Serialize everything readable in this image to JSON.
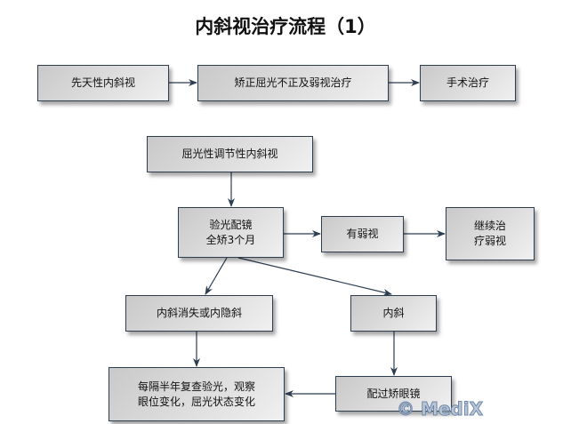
{
  "title": "内斜视治疗流程（1）",
  "nodes": {
    "congenital": "先天性内斜视",
    "correct_refraction": "矫正屈光不正及弱视治疗",
    "surgery": "手术治疗",
    "accommodative": "屈光性调节性内斜视",
    "glasses_line1": "验光配镜",
    "glasses_line2": "全矫3个月",
    "amblyopia": "有弱视",
    "continue_line1": "继续治",
    "continue_line2": "疗弱视",
    "disappear": "内斜消失或内隐斜",
    "esotropia": "内斜",
    "recheck_line1": "每隔半年复查验光，观察",
    "recheck_line2": "眼位变化，屈光状态变化",
    "overcorrect": "配过矫眼镜"
  },
  "watermark": "© MediX",
  "colors": {
    "arrow": "#2c3e50",
    "border": "#2c3e50"
  }
}
